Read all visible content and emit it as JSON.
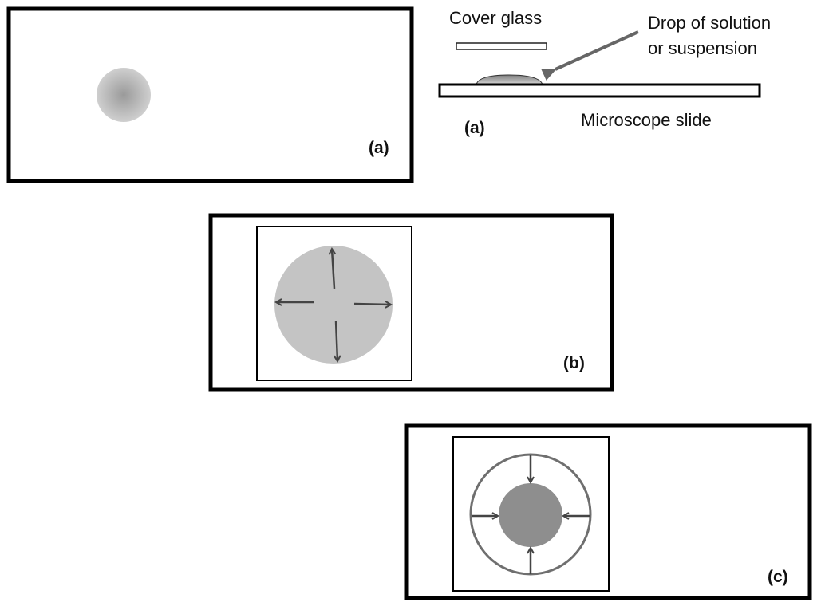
{
  "side_view": {
    "cover_glass_label": "Cover glass",
    "drop_label_line1": "Drop of solution",
    "drop_label_line2": "or suspension",
    "slide_label": "Microscope slide",
    "panel_label": "(a)"
  },
  "panel_a": {
    "panel_label": "(a)"
  },
  "panel_b": {
    "panel_label": "(b)"
  },
  "panel_c": {
    "panel_label": "(c)"
  },
  "colors": {
    "outline": "#000000",
    "drop_light": "#c2c2c2",
    "drop_dark": "#8e8e8e",
    "arrow": "#444444",
    "ring": "#6f6f6f"
  }
}
